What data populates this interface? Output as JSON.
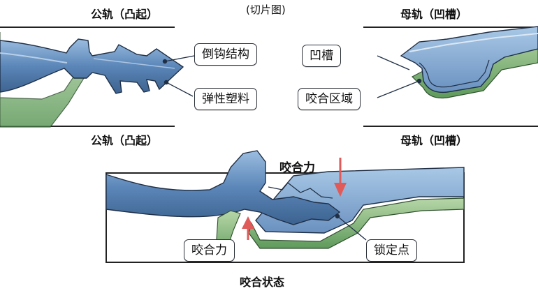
{
  "caption_top": "(切片图)",
  "left_top_title": "公轨（凸起）",
  "right_top_title": "母轨（凹槽）",
  "left_mid_title": "公轨（凸起）",
  "right_mid_title": "母轨（凹槽）",
  "bottom_caption": "咬合状态",
  "labels": {
    "barb": "倒钩结构",
    "elastic": "弹性塑料",
    "groove": "凹槽",
    "mesh_zone": "咬合区域",
    "force_top": "咬合力",
    "force_bottom": "咬合力",
    "lock_point": "锁定点"
  },
  "colors": {
    "male_blue": "#5b86b8",
    "female_green": "#7fae7a",
    "outline": "#1f2f45",
    "arrow_red": "#e05a5a"
  }
}
